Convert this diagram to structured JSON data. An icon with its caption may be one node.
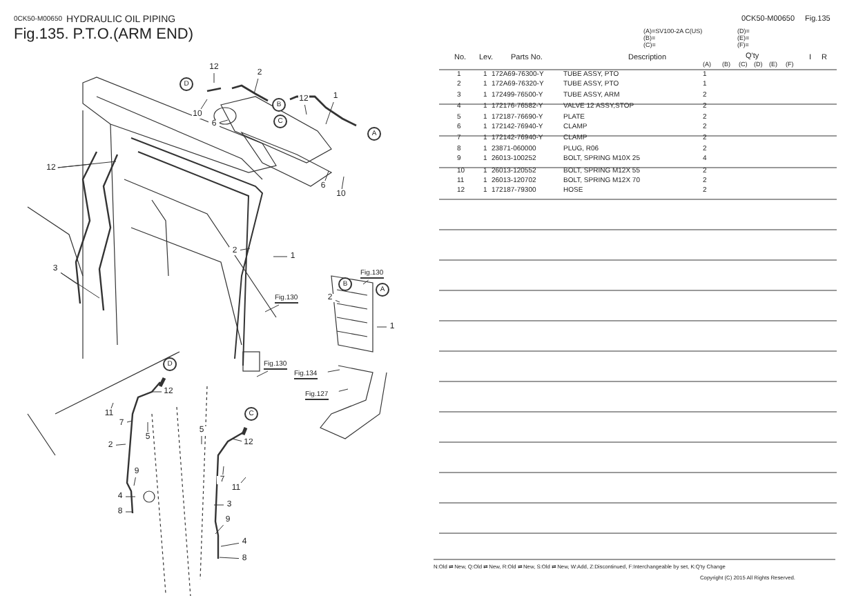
{
  "diagram": {
    "title": "Fig.135.  P.T.O.(ARM END)",
    "nodes": [
      {
        "text": [
          "12"
        ]
      },
      {
        "text": [
          "2"
        ]
      },
      {
        "text": [
          "D"
        ]
      },
      {
        "text": [
          "B"
        ]
      },
      {
        "text": [
          "12"
        ]
      },
      {
        "text": [
          "1"
        ]
      },
      {
        "text": [
          "10"
        ]
      },
      {
        "text": [
          "6"
        ]
      },
      {
        "text": [
          "C"
        ]
      },
      {
        "text": [
          "A"
        ]
      },
      {
        "text": [
          "12"
        ]
      },
      {
        "text": [
          "6"
        ]
      },
      {
        "text": [
          "10"
        ]
      },
      {
        "text": [
          "2"
        ]
      },
      {
        "text": [
          "1"
        ]
      },
      {
        "text": [
          "3"
        ]
      },
      {
        "text": [
          "Fig.130"
        ]
      },
      {
        "text": [
          "B"
        ]
      },
      {
        "text": [
          "A"
        ]
      },
      {
        "text": [
          "Fig.130"
        ]
      },
      {
        "text": [
          "2"
        ]
      },
      {
        "text": [
          "1"
        ]
      },
      {
        "text": [
          "D"
        ]
      },
      {
        "text": [
          "Fig.130"
        ]
      },
      {
        "text": [
          "Fig.134"
        ]
      },
      {
        "text": [
          "12"
        ]
      },
      {
        "text": [
          "Fig.127"
        ]
      },
      {
        "text": [
          "C"
        ]
      },
      {
        "text": [
          "11"
        ]
      },
      {
        "text": [
          "7"
        ]
      },
      {
        "text": [
          "5"
        ]
      },
      {
        "text": [
          "5"
        ]
      },
      {
        "text": [
          "12"
        ]
      },
      {
        "text": [
          "2"
        ]
      },
      {
        "text": [
          "9"
        ]
      },
      {
        "text": [
          "7"
        ]
      },
      {
        "text": [
          "11"
        ]
      },
      {
        "text": [
          "4"
        ]
      },
      {
        "text": [
          "3"
        ]
      },
      {
        "text": [
          "8"
        ]
      },
      {
        "text": [
          "9"
        ]
      },
      {
        "text": [
          "4"
        ]
      },
      {
        "text": [
          "8"
        ]
      }
    ],
    "edges": [
      {
        "from": 0,
        "to": null,
        "arrow": "none"
      },
      {
        "from": 1,
        "to": null,
        "arrow": "none"
      },
      {
        "from": 4,
        "to": null,
        "arrow": "none"
      },
      {
        "from": 5,
        "to": null,
        "arrow": "none"
      },
      {
        "from": 6,
        "to": null,
        "arrow": "none"
      },
      {
        "from": 7,
        "to": null,
        "arrow": "none"
      },
      {
        "from": 10,
        "to": null,
        "arrow": "none"
      },
      {
        "from": 10,
        "to": null,
        "arrow": "none"
      },
      {
        "from": 11,
        "to": null,
        "arrow": "none"
      },
      {
        "from": 12,
        "to": null,
        "arrow": "none"
      },
      {
        "from": 13,
        "to": null,
        "arrow": "none"
      },
      {
        "from": 14,
        "to": null,
        "arrow": "none"
      },
      {
        "from": 15,
        "to": null,
        "arrow": "none"
      },
      {
        "from": 15,
        "to": null,
        "arrow": "none"
      },
      {
        "from": 16,
        "to": null,
        "arrow": "none"
      },
      {
        "from": 19,
        "to": null,
        "arrow": "none"
      },
      {
        "from": 20,
        "to": null,
        "arrow": "none"
      },
      {
        "from": 21,
        "to": null,
        "arrow": "none"
      },
      {
        "from": 23,
        "to": null,
        "arrow": "none"
      },
      {
        "from": 24,
        "to": null,
        "arrow": "none"
      },
      {
        "from": 25,
        "to": null,
        "arrow": "none"
      },
      {
        "from": 26,
        "to": null,
        "arrow": "none"
      },
      {
        "from": 28,
        "to": null,
        "arrow": "none"
      },
      {
        "from": 29,
        "to": null,
        "arrow": "none"
      },
      {
        "from": 30,
        "to": null,
        "arrow": "none"
      },
      {
        "from": 31,
        "to": null,
        "arrow": "none"
      },
      {
        "from": 32,
        "to": null,
        "arrow": "none"
      },
      {
        "from": 33,
        "to": null,
        "arrow": "none"
      },
      {
        "from": 34,
        "to": null,
        "arrow": "none"
      },
      {
        "from": 35,
        "to": null,
        "arrow": "none"
      },
      {
        "from": 36,
        "to": null,
        "arrow": "none"
      },
      {
        "from": 37,
        "to": null,
        "arrow": "none"
      },
      {
        "from": 38,
        "to": null,
        "arrow": "none"
      },
      {
        "from": 39,
        "to": null,
        "arrow": "none"
      },
      {
        "from": 40,
        "to": null,
        "arrow": "none"
      },
      {
        "from": 41,
        "to": null,
        "arrow": "none"
      },
      {
        "from": 42,
        "to": null,
        "arrow": "none"
      }
    ],
    "labels": [
      "0CK50-M00650",
      "HYDRAULIC OIL PIPING",
      "0CK50-M00650",
      "Fig.135",
      "(A)=SV100-2A C(US)",
      "(B)=",
      "(C)=",
      "(D)=",
      "(E)=",
      "(F)=",
      "No.",
      "Lev.",
      "Parts No.",
      "Description",
      "Q'ty",
      "I",
      "R",
      "(A)",
      "(B)",
      "(C)",
      "(D)",
      "(E)",
      "(F)",
      "1",
      "1",
      "172A69-76300-Y",
      "TUBE ASSY, PTO",
      "1",
      "2",
      "1",
      "172A69-76320-Y",
      "TUBE ASSY, PTO",
      "1",
      "3",
      "1",
      "172499-76500-Y",
      "TUBE ASSY, ARM",
      "2",
      "4",
      "1",
      "172176-76582-Y",
      "VALVE 12 ASSY,STOP",
      "2",
      "5",
      "1",
      "172187-76690-Y",
      "PLATE",
      "2",
      "6",
      "1",
      "172142-76940-Y",
      "CLAMP",
      "2",
      "7",
      "1",
      "172142-76940-Y",
      "CLAMP",
      "2",
      "8",
      "1",
      "23871-060000",
      "PLUG, R06",
      "2",
      "9",
      "1",
      "26013-100252",
      "BOLT, SPRING M10X 25",
      "4",
      "10",
      "1",
      "26013-120552",
      "BOLT, SPRING M12X 55",
      "2",
      "11",
      "1",
      "26013-120702",
      "BOLT, SPRING M12X 70",
      "2",
      "12",
      "1",
      "172187-79300",
      "HOSE",
      "2",
      "N:Old ⇄ New, Q:Old ⇄ New, R:Old ⇄ New, S:Old ⇄ New, W:Add, Z:Discontinued, F:Interchangeable by set, K:Q'ty Change",
      "Copyright (C) 2015 All Rights Reserved."
    ]
  }
}
